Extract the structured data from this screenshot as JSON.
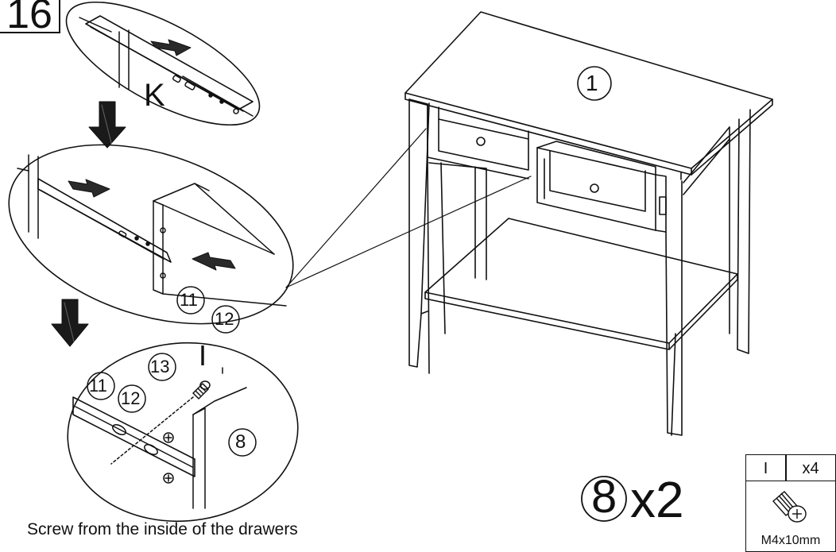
{
  "step_number": "16",
  "labels": {
    "part_k": "K",
    "part_i": "I",
    "part_1": "1",
    "part_8": "8",
    "part_11a": "11",
    "part_12a": "12",
    "part_11b": "11",
    "part_12b": "12",
    "part_13": "13"
  },
  "caption": "Screw from the inside of the drawers",
  "quantity": {
    "part": "8",
    "multiplier": "x2"
  },
  "hardware": {
    "letter": "I",
    "count": "x4",
    "size": "M4x10mm",
    "icon": "screw-icon"
  },
  "colors": {
    "line": "#111111",
    "arrow_fill": "#1a1a1a",
    "arrow_shade": "#555555"
  }
}
